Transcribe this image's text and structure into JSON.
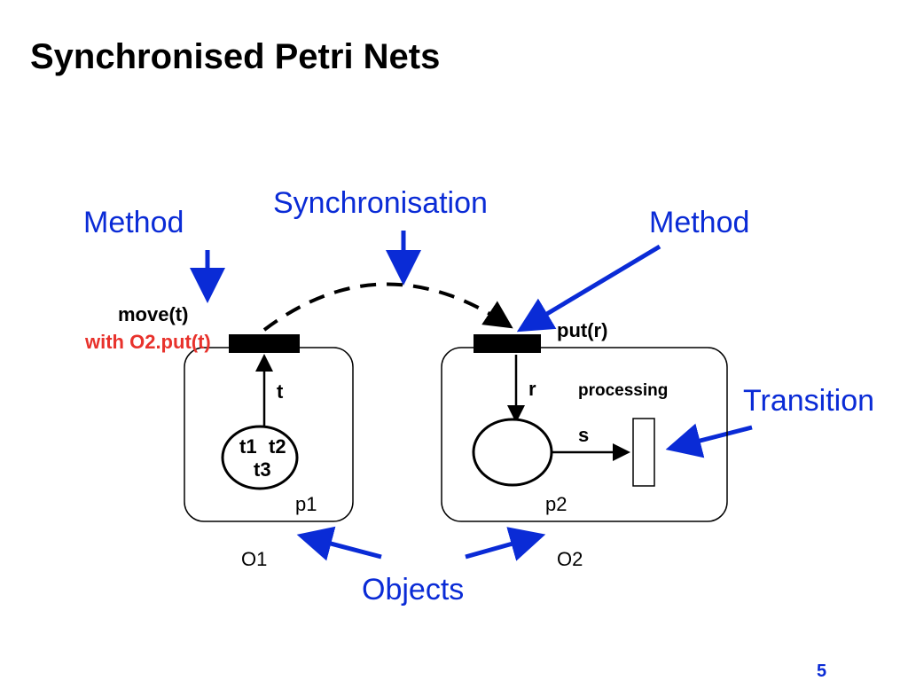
{
  "slide": {
    "title": "Synchronised Petri Nets",
    "page_number": "5"
  },
  "callouts": {
    "method_left": "Method",
    "synchronisation": "Synchronisation",
    "method_right": "Method",
    "transition": "Transition",
    "objects": "Objects"
  },
  "object1": {
    "method_label": "move(t)",
    "sync_label": "with O2.put(t)",
    "arc_label": "t",
    "tokens_line1_a": "t1",
    "tokens_line1_b": "t2",
    "tokens_line2": "t3",
    "place_label": "p1",
    "object_label": "O1"
  },
  "object2": {
    "method_label": "put(r)",
    "arc_in_label": "r",
    "processing_label": "processing",
    "arc_out_label": "s",
    "place_label": "p2",
    "object_label": "O2"
  },
  "colors": {
    "callout_blue": "#0a2bd6",
    "sync_red": "#e8322c",
    "ink": "#000000"
  }
}
